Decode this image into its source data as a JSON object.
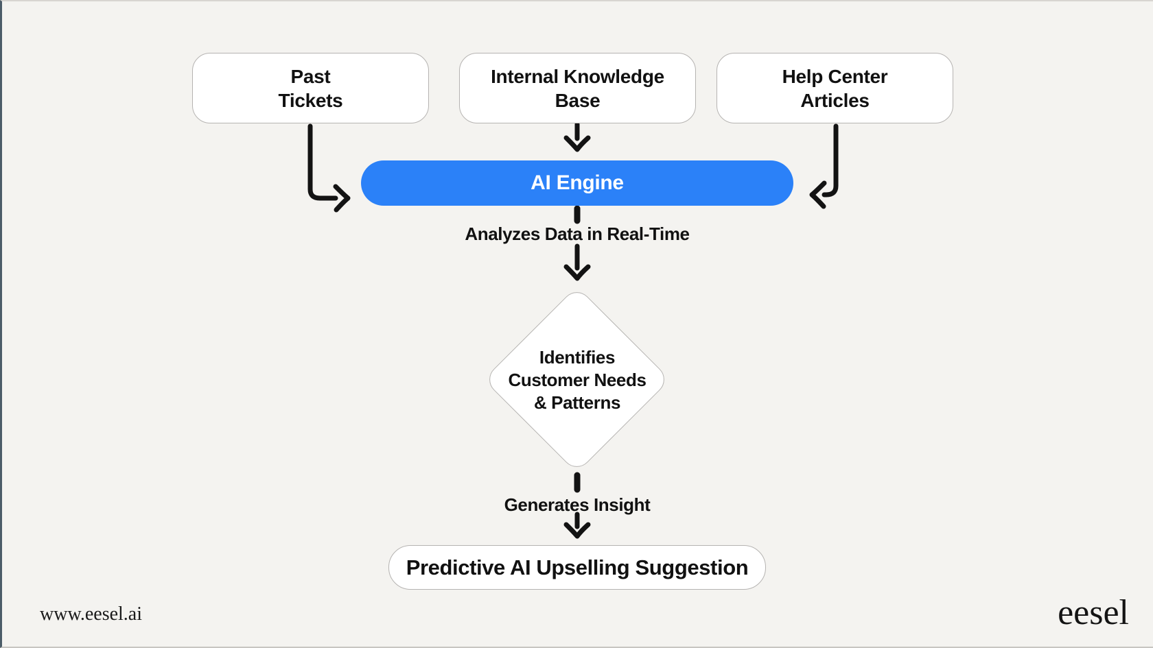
{
  "diagram": {
    "title_boxes": [
      {
        "id": "past-tickets",
        "line1": "Past",
        "line2": "Tickets"
      },
      {
        "id": "internal-knowledge-base",
        "line1": "Internal Knowledge",
        "line2": "Base"
      },
      {
        "id": "help-center-articles",
        "line1": "Help Center",
        "line2": "Articles"
      }
    ],
    "engine": {
      "label": "AI Engine"
    },
    "step_labels": {
      "analyzes": "Analyzes Data in Real-Time",
      "generates": "Generates Insight"
    },
    "decision": {
      "line1": "Identifies",
      "line2": "Customer Needs",
      "line3": "& Patterns"
    },
    "result": {
      "label": "Predictive AI Upselling Suggestion"
    }
  },
  "footer": {
    "url": "www.eesel.ai",
    "brand": "eesel"
  },
  "colors": {
    "accent_blue": "#2b81f8",
    "background": "#f4f3f0",
    "box_border": "#b5b3b1",
    "ink": "#111111",
    "left_edge": "#4c5c68"
  }
}
